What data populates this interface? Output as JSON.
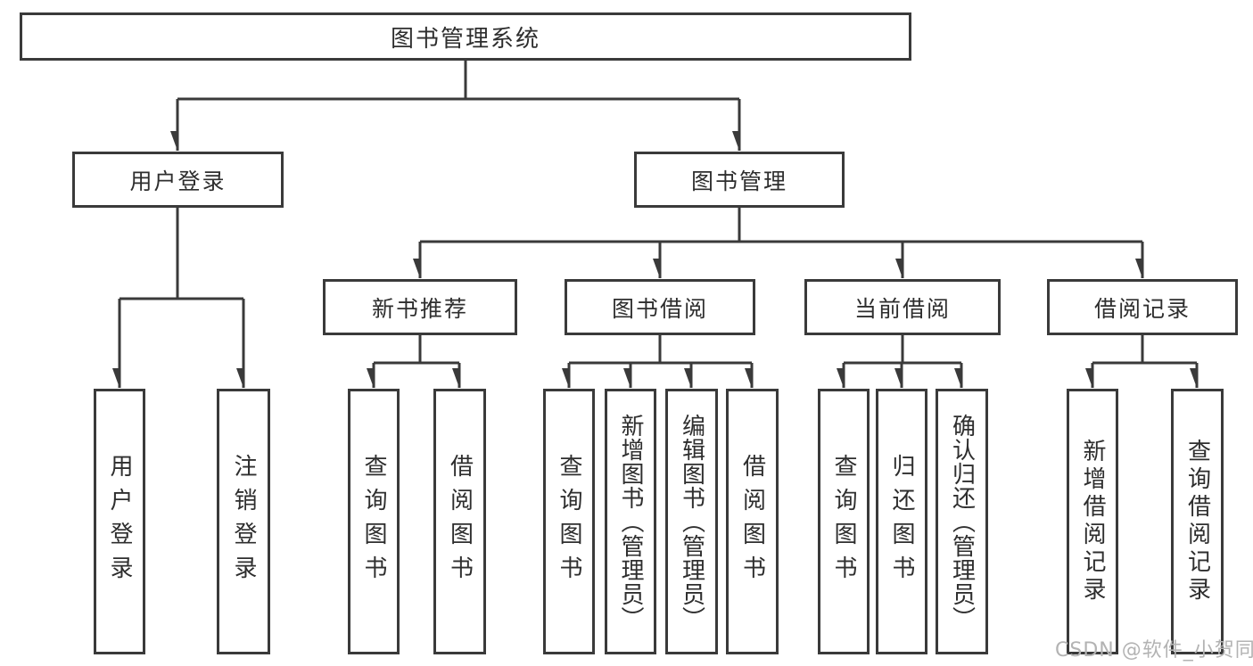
{
  "diagram": {
    "type": "hierarchy-tree",
    "orientation": "top-down"
  },
  "colors": {
    "line": "#3a3a3a",
    "box_border": "#3a3a3a",
    "text": "#2e2e2e",
    "background": "#ffffff",
    "watermark": "#b3b3b3"
  },
  "root": {
    "label": "图书管理系统"
  },
  "level2": {
    "user_login": {
      "label": "用户登录"
    },
    "book_mgmt": {
      "label": "图书管理"
    }
  },
  "level3": {
    "new_books": {
      "label": "新书推荐"
    },
    "borrowing": {
      "label": "图书借阅"
    },
    "current": {
      "label": "当前借阅"
    },
    "records": {
      "label": "借阅记录"
    }
  },
  "leaves": {
    "user_login": {
      "label": "用户登录",
      "parent": "用户登录"
    },
    "logout": {
      "label": "注销登录",
      "parent": "用户登录"
    },
    "new_query": {
      "label": "查询图书",
      "parent": "新书推荐"
    },
    "new_borrow": {
      "label": "借阅图书",
      "parent": "新书推荐"
    },
    "borrow_query": {
      "label": "查询图书",
      "parent": "图书借阅"
    },
    "borrow_add": {
      "label": "新增图书（管理员）",
      "parent": "图书借阅"
    },
    "borrow_edit": {
      "label": "编辑图书（管理员）",
      "parent": "图书借阅"
    },
    "borrow_borrow": {
      "label": "借阅图书",
      "parent": "图书借阅"
    },
    "current_query": {
      "label": "查询图书",
      "parent": "当前借阅"
    },
    "current_return": {
      "label": "归还图书",
      "parent": "当前借阅"
    },
    "current_confirm": {
      "label": "确认归还（管理员）",
      "parent": "当前借阅"
    },
    "records_add": {
      "label": "新增借阅记录",
      "parent": "借阅记录"
    },
    "records_query": {
      "label": "查询借阅记录",
      "parent": "借阅记录"
    }
  },
  "watermark": {
    "text": "CSDN @软件_小贺同学"
  }
}
